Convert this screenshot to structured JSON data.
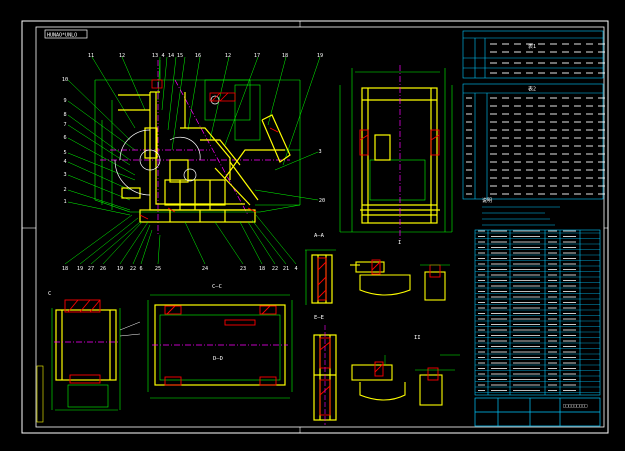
{
  "sheet": {
    "title_tag": "HUNAO*UNLO",
    "colors": {
      "background": "#000000",
      "frame": "#ffffff",
      "outline": "#ffff00",
      "dimension": "#00ff00",
      "center_line": "#ff00ff",
      "hatch": "#ff0000",
      "table": "#00c8ff",
      "text": "#ffffff"
    }
  },
  "balloons": {
    "top_row": [
      "11",
      "12",
      "13",
      "4",
      "14",
      "15",
      "16",
      "12",
      "17",
      "18",
      "19"
    ],
    "left_column": [
      "10",
      "9",
      "8",
      "7",
      "6",
      "5",
      "4",
      "3",
      "2",
      "1"
    ],
    "right_side": [
      "3",
      "20"
    ],
    "bottom_row": [
      "18",
      "19",
      "27",
      "26",
      "19",
      "22",
      "6",
      "25",
      "24",
      "23",
      "18",
      "22",
      "21",
      "4"
    ]
  },
  "view_labels": {
    "section_aa": "A—A",
    "section_ee": "E—E",
    "section_cc": "C—C",
    "section_dd": "D—D",
    "view_i": "I",
    "view_ii": "II",
    "view_c": "C"
  },
  "tables": {
    "table1_title": "表1",
    "table2_title": "表2",
    "notes_title": "说明"
  },
  "title_block": {
    "drawing_title": "□□□□□□□□□"
  }
}
